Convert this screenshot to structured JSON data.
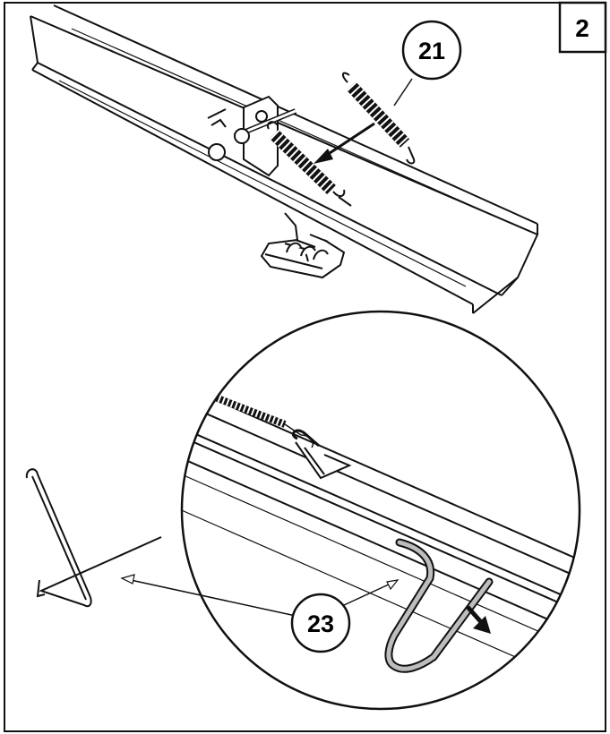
{
  "step_number": "2",
  "callouts": [
    {
      "id": "callout-21",
      "label": "21"
    },
    {
      "id": "callout-23",
      "label": "23"
    }
  ],
  "colors": {
    "line": "#111111",
    "spring": "#1a1a1a",
    "hook_fill": "#bdbdbd",
    "background": "#ffffff"
  }
}
